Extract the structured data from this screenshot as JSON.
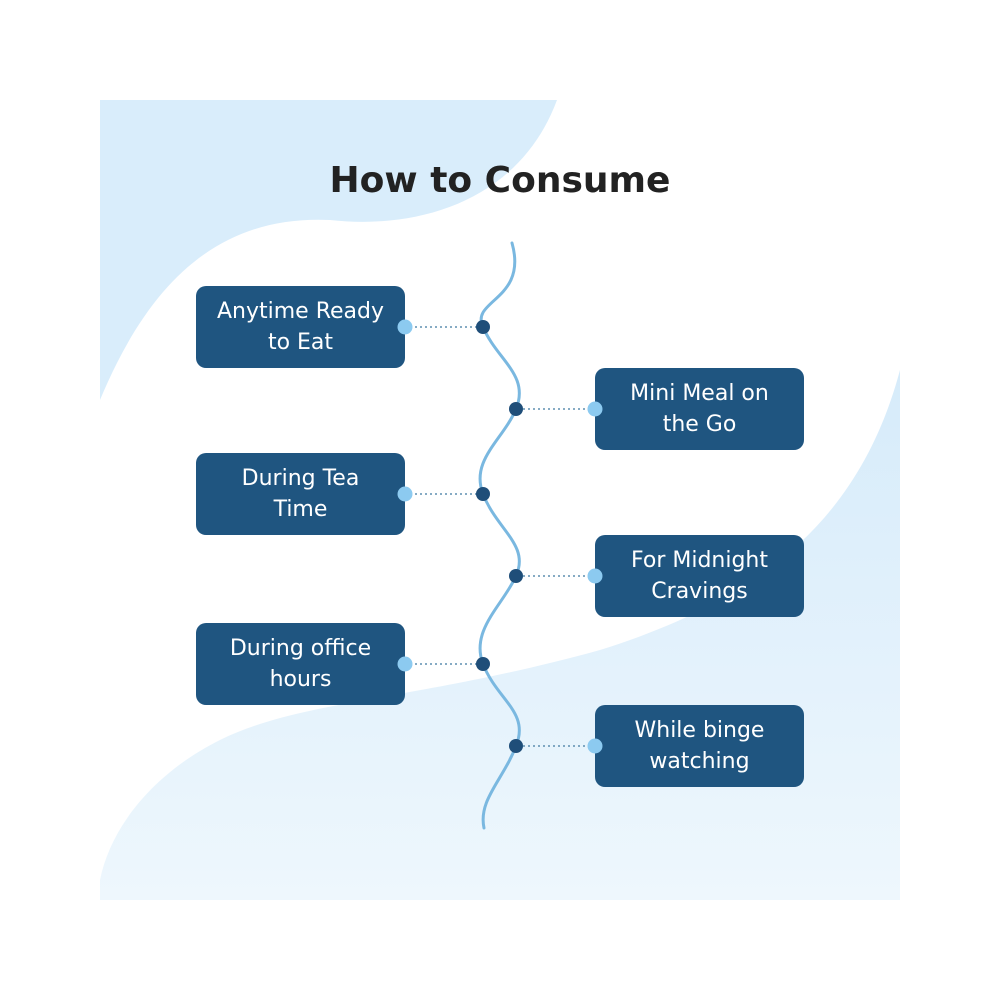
{
  "title": "How to Consume",
  "colors": {
    "box": "#1f5580",
    "spine": "#7ab8e0",
    "dot_dark": "#1f4e79",
    "dot_light": "#8ccaf0",
    "connector": "#5f8fb0",
    "wave_light": "#d9edfb",
    "wave_lighter": "#e9f4fc"
  },
  "items": [
    {
      "side": "left",
      "line1": "Anytime Ready",
      "line2": "to Eat"
    },
    {
      "side": "right",
      "line1": "Mini Meal on",
      "line2": "the Go"
    },
    {
      "side": "left",
      "line1": "During Tea",
      "line2": "Time"
    },
    {
      "side": "right",
      "line1": "For Midnight",
      "line2": "Cravings"
    },
    {
      "side": "left",
      "line1": "During office",
      "line2": "hours"
    },
    {
      "side": "right",
      "line1": "While binge",
      "line2": "watching"
    }
  ]
}
